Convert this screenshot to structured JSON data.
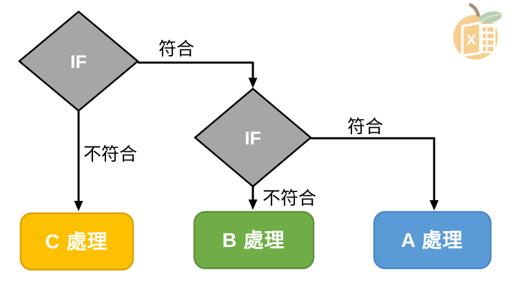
{
  "page": {
    "background": "#FFFFFF"
  },
  "colors": {
    "page_bg": "#FFFFFF",
    "line": "#000000",
    "diamond_fill": "#A6A6A6",
    "diamond_stroke": "#000000",
    "diamond_text": "#FFFFFF",
    "edge_label_text": "#000000",
    "box_text": "#FFFFFF",
    "box_c_fill": "#FFC000",
    "box_c_stroke": "#DCA000",
    "box_b_fill": "#70AD47",
    "box_b_stroke": "#5D9038",
    "box_a_fill": "#5B9BD5",
    "box_a_stroke": "#4A86C8",
    "logo_body": "#F6CE90",
    "logo_stem": "#A6917F",
    "logo_leaf": "#B9CFAF",
    "logo_leaf_vein": "#DCE8D2",
    "logo_glyph": "#FFFFFF"
  },
  "nodes": {
    "if1": {
      "label": "IF"
    },
    "if2": {
      "label": "IF"
    },
    "proc_c": {
      "label": "C 處理"
    },
    "proc_b": {
      "label": "B 處理"
    },
    "proc_a": {
      "label": "A 處理"
    }
  },
  "edges": {
    "if1_match_label": "符合",
    "if1_nomatch_label": "不符合",
    "if2_match_label": "符合",
    "if2_nomatch_label": "不符合"
  },
  "logo": {
    "icon": "excel-orange-logo",
    "letter": "X"
  }
}
